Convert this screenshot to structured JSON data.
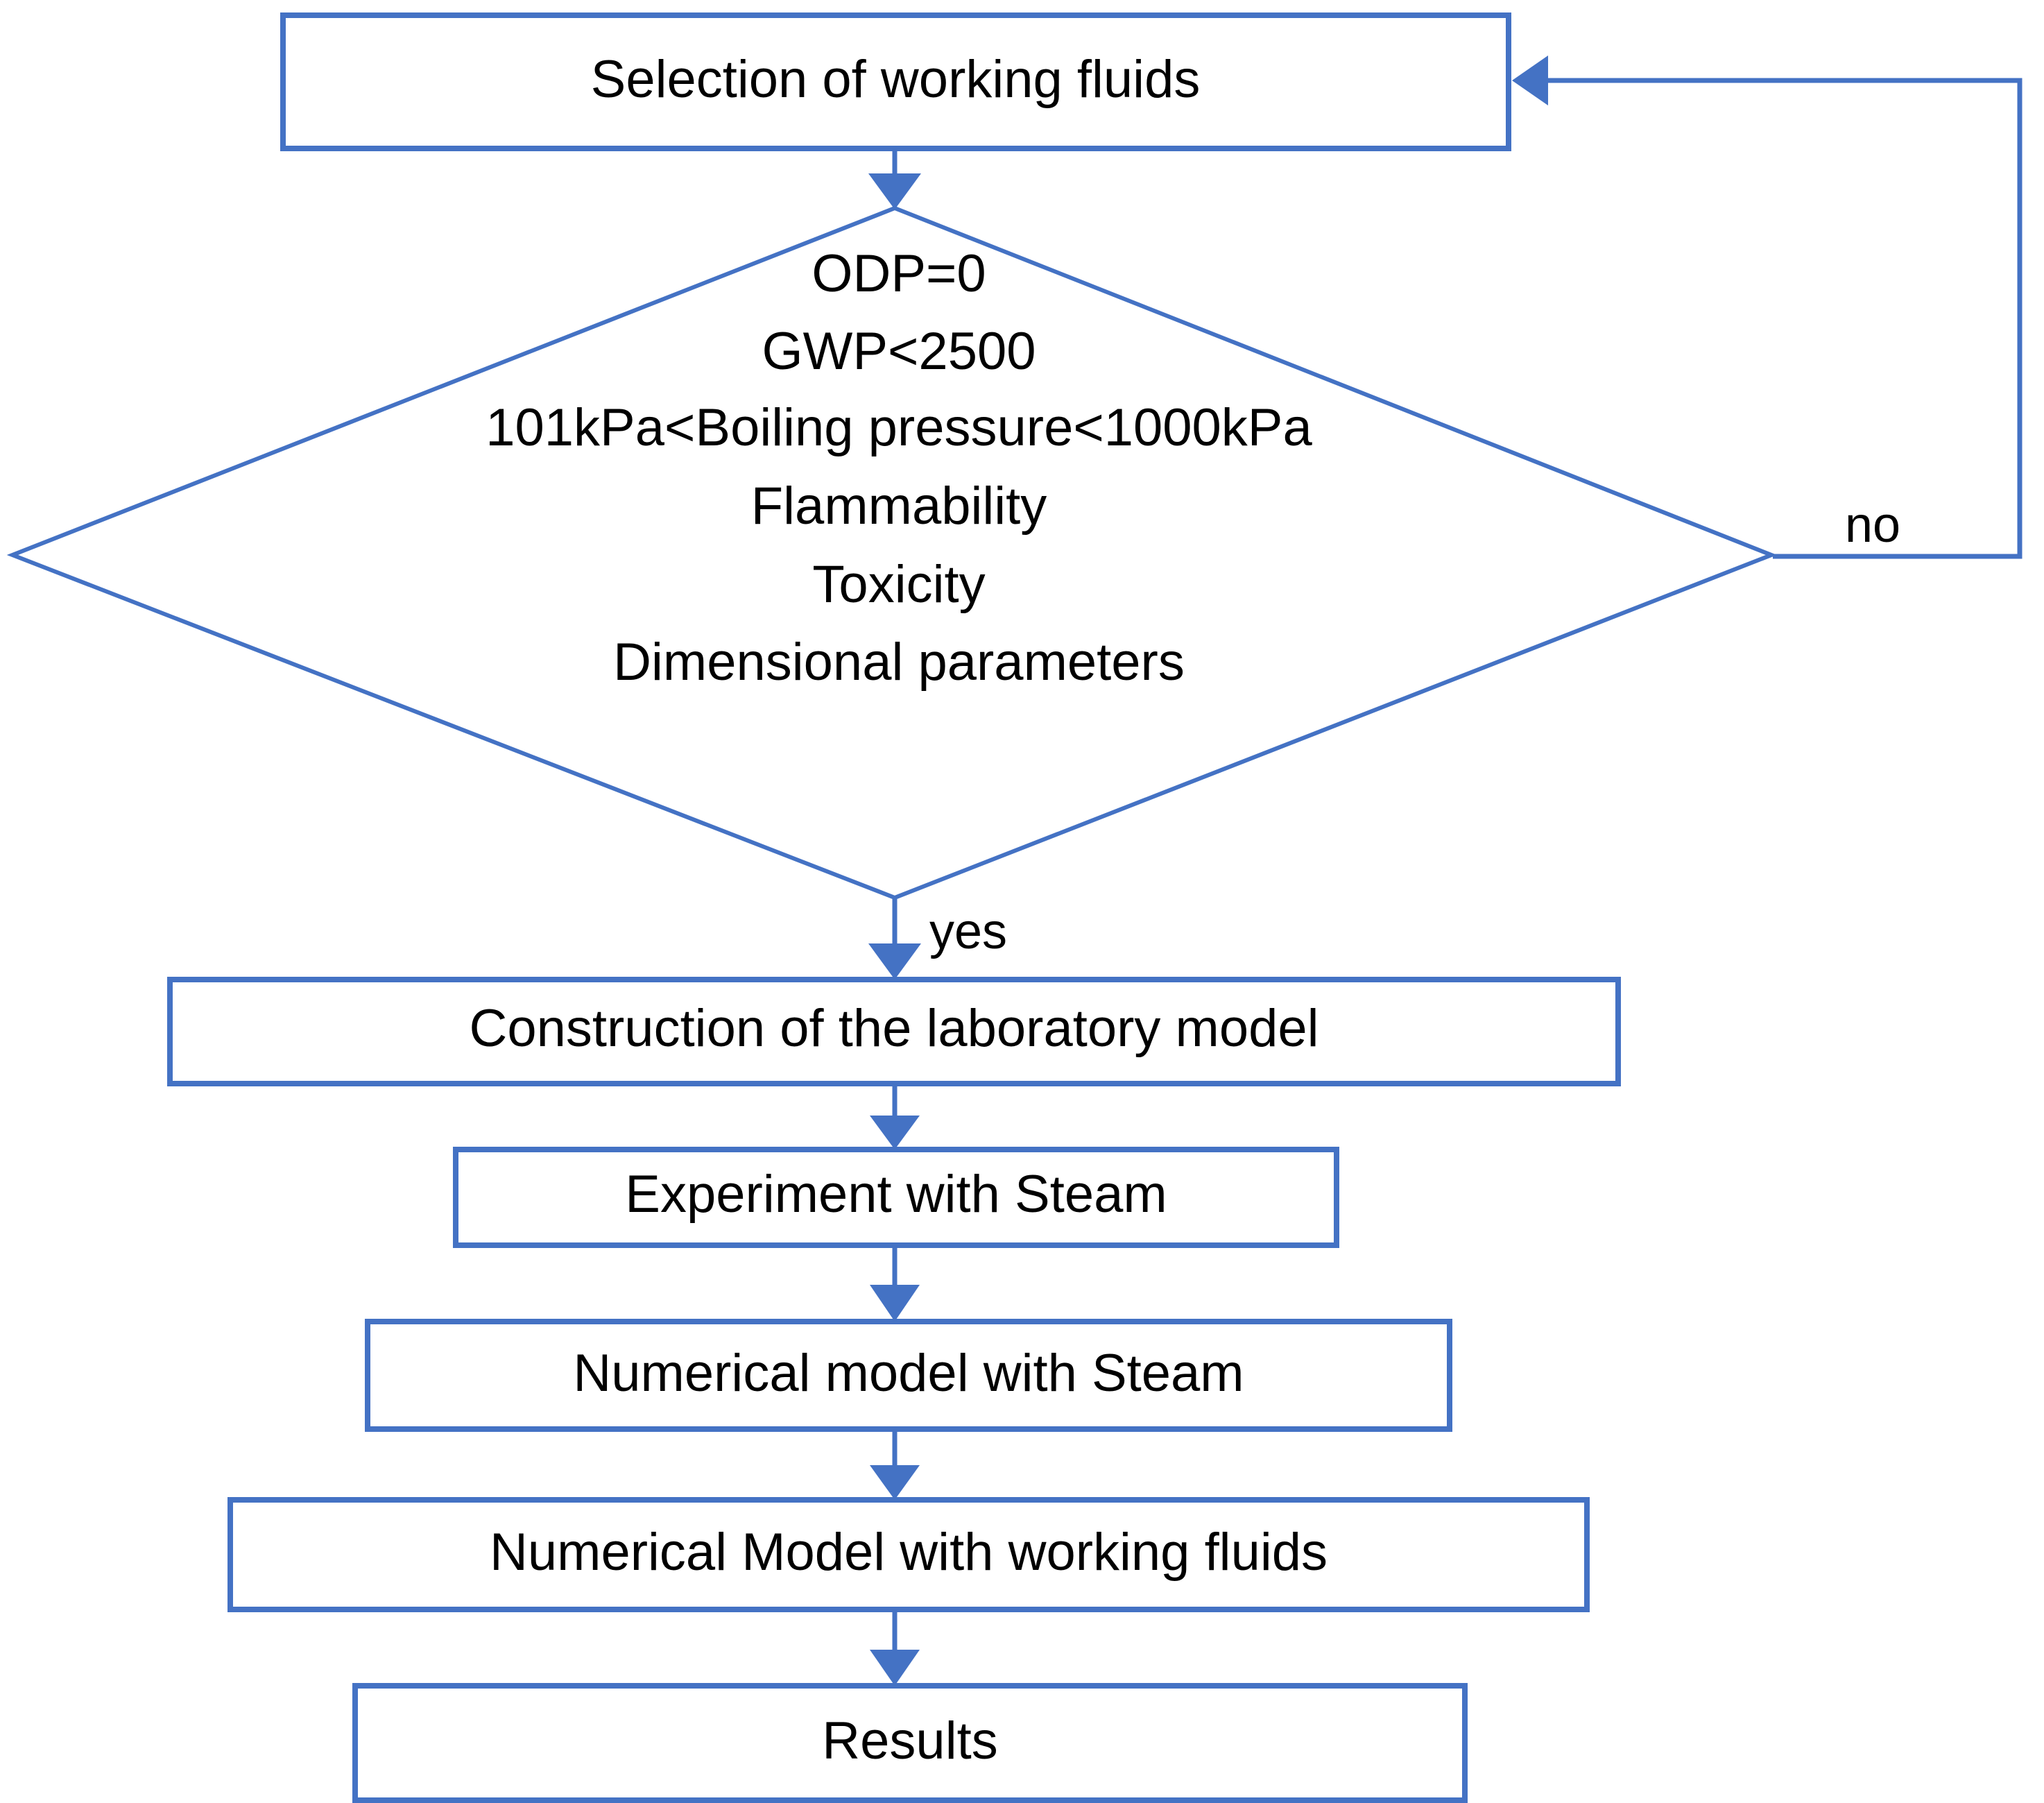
{
  "diagram": {
    "type": "flowchart",
    "accent_color": "#4472C4",
    "text_color": "#000000",
    "background_color": "#ffffff",
    "nodes": [
      {
        "id": "selection",
        "shape": "process",
        "label": "Selection of working fluids"
      },
      {
        "id": "criteria",
        "shape": "decision",
        "lines": [
          "ODP=0",
          "GWP<2500",
          "101kPa<Boiling pressure<1000kPa",
          "Flammability",
          "Toxicity",
          "Dimensional parameters"
        ]
      },
      {
        "id": "construction",
        "shape": "process",
        "label": "Construction of the laboratory model"
      },
      {
        "id": "experiment",
        "shape": "process",
        "label": "Experiment with Steam"
      },
      {
        "id": "numerical_steam",
        "shape": "process",
        "label": "Numerical model with Steam"
      },
      {
        "id": "numerical_fluids",
        "shape": "process",
        "label": "Numerical Model with working fluids"
      },
      {
        "id": "results",
        "shape": "process",
        "label": "Results"
      }
    ],
    "edge_labels": {
      "no": "no",
      "yes": "yes"
    }
  }
}
